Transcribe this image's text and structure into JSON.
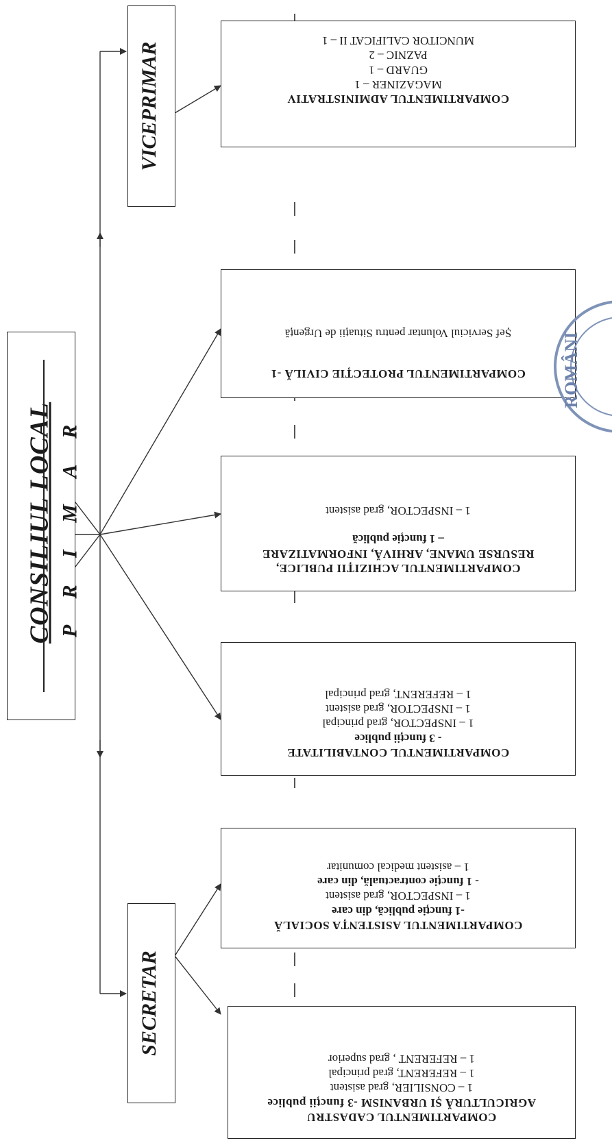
{
  "top": {
    "council": "CONSILIUL LOCAL",
    "mayor": "P R I M A R"
  },
  "vice_mayor": "VICEPRIMAR",
  "secretary": "SECRETAR",
  "stamp_text": "ROMÂNI",
  "departments": [
    {
      "title": "COMPARTIMENTUL   ADMINISTRATIV",
      "lines": [
        {
          "text": "MAGAZINER – 1",
          "style": "n"
        },
        {
          "text": "GUARD – 1",
          "style": "n"
        },
        {
          "text": "PAZNIC – 2",
          "style": "n"
        },
        {
          "text": "MUNCITOR CALIFICAT II – 1",
          "style": "n"
        }
      ]
    },
    {
      "title": "COMPARTIMENTUL   PROTECȚIE CIVILĂ -1",
      "lines": [
        {
          "text": "Șef Serviciul Voluntar pentru Situații de Urgență",
          "style": "n"
        }
      ]
    },
    {
      "title": "COMPARTIMENTUL   ACHIZIȚII PUBLICE,",
      "lines": [
        {
          "text": "RESURSE UMANE, ARHIVĂ, INFORMATIZARE",
          "style": "t"
        },
        {
          "text": "– 1 funcție publică",
          "style": "s"
        },
        {
          "text": "",
          "style": "n"
        },
        {
          "text": "1 – INSPECTOR, grad asistent",
          "style": "n"
        }
      ]
    },
    {
      "title": "COMPARTIMENTUL   CONTABILITATE",
      "lines": [
        {
          "text": "- 3 funcții publice",
          "style": "s"
        },
        {
          "text": "1 – INSPECTOR, grad principal",
          "style": "n"
        },
        {
          "text": "1 – INSPECTOR, grad asistent",
          "style": "n"
        },
        {
          "text": "1 – REFERENT, grad principal",
          "style": "n"
        }
      ]
    },
    {
      "title": "COMPARTIMENTUL ASISTENȚA SOCIALĂ",
      "lines": [
        {
          "text": "-1 funcție publică, din care",
          "style": "s"
        },
        {
          "text": "1 – INSPECTOR, grad asistent",
          "style": "n"
        },
        {
          "text": "- 1 funcție contractuală, din care",
          "style": "s"
        },
        {
          "text": "1 – asistent medical comunitar",
          "style": "n"
        }
      ]
    },
    {
      "title": "COMPARTIMENTUL   CADASTRU",
      "lines": [
        {
          "text": "AGRICULTURĂ ȘI URBANISM -3 funcții publice",
          "style": "t"
        },
        {
          "text": "1 – CONSILIER, grad asistent",
          "style": "n"
        },
        {
          "text": "1 – REFERENT, grad principal",
          "style": "n"
        },
        {
          "text": "1 – REFERENT , grad superior",
          "style": "n"
        }
      ]
    }
  ]
}
